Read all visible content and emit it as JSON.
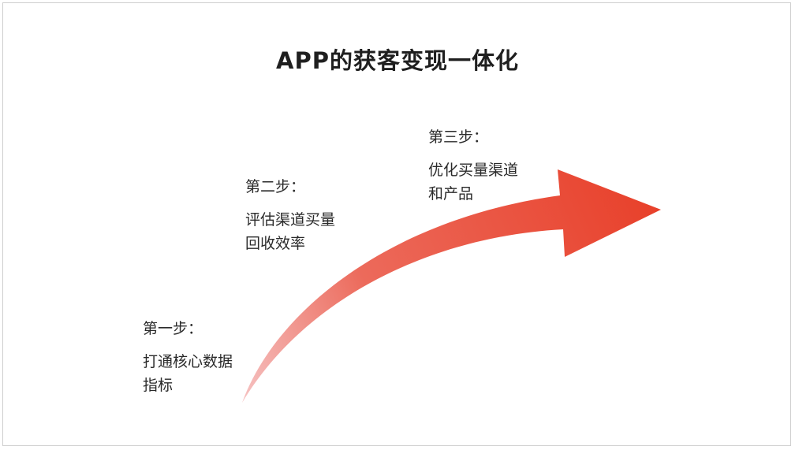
{
  "title": "APP的获客变现一体化",
  "colors": {
    "arrow_start": "#f6c3c3",
    "arrow_mid": "#ec6a5b",
    "arrow_end": "#e8402a"
  },
  "steps": [
    {
      "label": "第一步：",
      "desc_lines": [
        "打通核心数据",
        "指标"
      ]
    },
    {
      "label": "第二步：",
      "desc_lines": [
        "评估渠道买量",
        "回收效率"
      ]
    },
    {
      "label": "第三步：",
      "desc_lines": [
        "优化买量渠道",
        "和产品"
      ]
    }
  ]
}
